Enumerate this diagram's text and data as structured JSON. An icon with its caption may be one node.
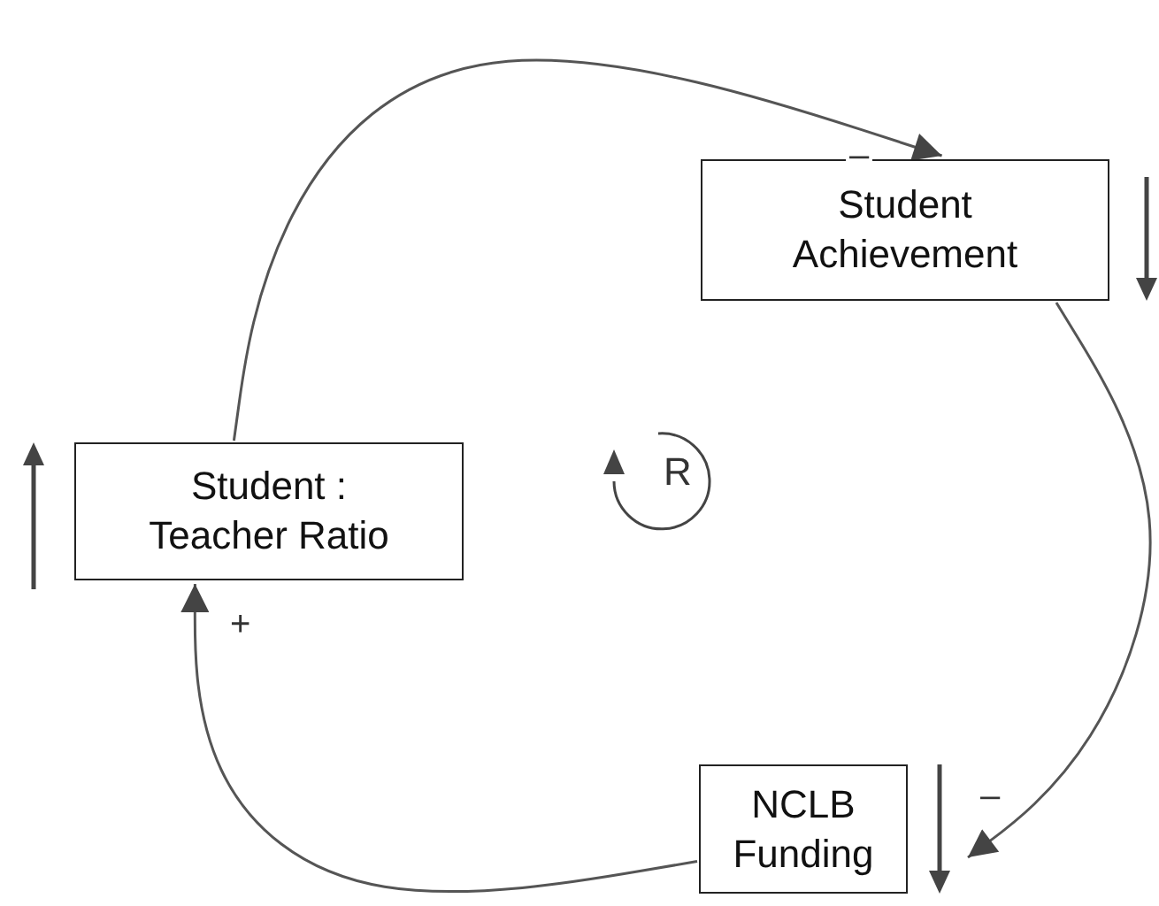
{
  "diagram": {
    "nodes": [
      {
        "text": [
          "Student Achievement"
        ]
      },
      {
        "text": [
          "NCLB Funding"
        ]
      },
      {
        "text": [
          "Student : Teacher Ratio"
        ]
      }
    ],
    "edges": [
      {
        "from": 2,
        "to": 0,
        "arrow": "to",
        "label": "–"
      },
      {
        "from": 0,
        "to": 1,
        "arrow": "to",
        "label": "–"
      },
      {
        "from": 1,
        "to": 2,
        "arrow": "to",
        "label": "+"
      }
    ],
    "labels": [
      "R"
    ]
  }
}
